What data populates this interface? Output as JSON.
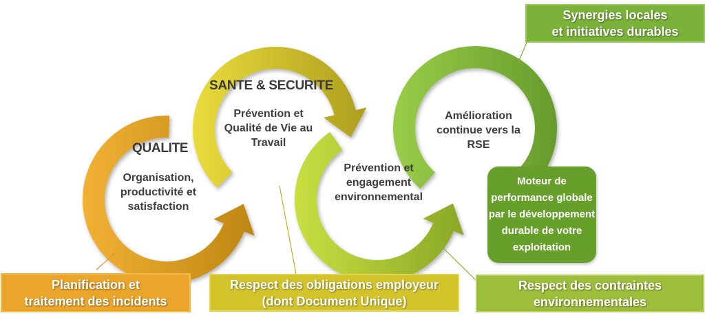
{
  "rings": [
    {
      "title": "QUALITE",
      "body": "Organisation,\nproductivité et\nsatisfaction",
      "colors": [
        "#F5B437",
        "#B57F0C"
      ]
    },
    {
      "title": "SANTE & SECURITE",
      "body": "Prévention et\nQualité de Vie au\nTravail",
      "colors": [
        "#EEDF3E",
        "#A5961A"
      ]
    },
    {
      "title": "",
      "body": "Prévention et\nengagement\nenvironnemental",
      "colors": [
        "#CDE343",
        "#7F9E22"
      ]
    },
    {
      "title": "",
      "body": "Amélioration\ncontinue vers la\nRSE",
      "colors": [
        "#9CD04A",
        "#5C9226"
      ]
    }
  ],
  "callouts": {
    "planification": "Planification et\ntraitement des incidents",
    "obligations": "Respect des obligations employeur\n(dont Document Unique)",
    "contraintes": "Respect des contraintes\nenvironnementales",
    "synergies": "Synergies locales\net initiatives durables",
    "moteur": "Moteur de\nperformance globale\npar le développement\ndurable de votre\nexploitation"
  },
  "colors": {
    "orange": "#EAA52B",
    "yellow": "#D4C42C",
    "lime": "#9CBE3A",
    "green": "#7BB23A",
    "dark_green": "#66A02A"
  }
}
